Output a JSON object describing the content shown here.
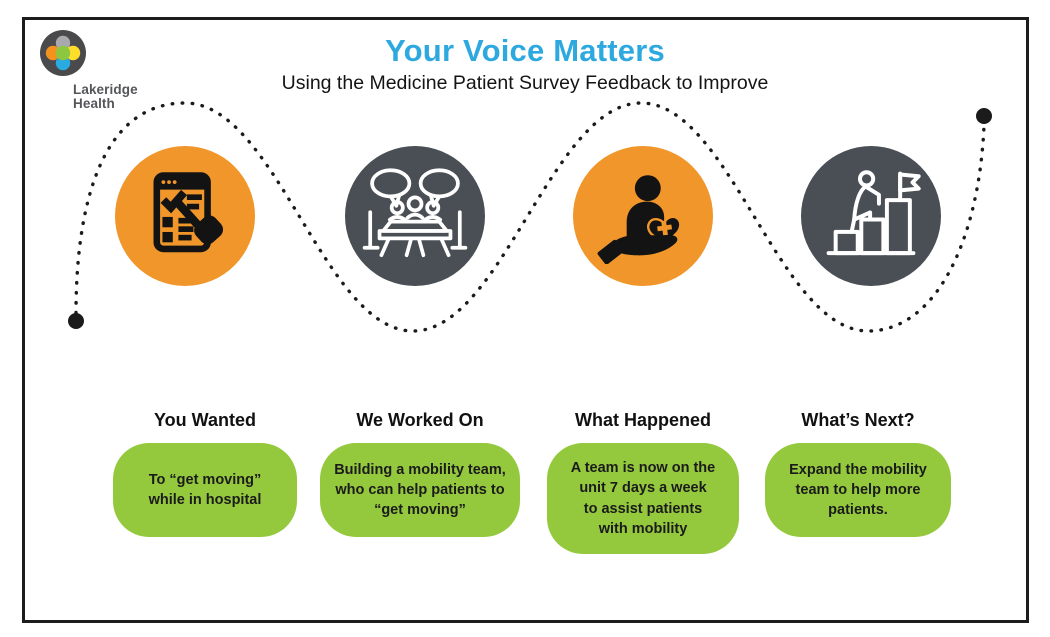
{
  "header": {
    "title": "Your Voice Matters",
    "title_color": "#2EA9E0",
    "subtitle": "Using the Medicine Patient Survey Feedback to Improve"
  },
  "logo": {
    "line1": "Lakeridge",
    "line2": "Health",
    "mark_colors": {
      "disc": "#4A4A4C",
      "top_dot": "#A7A9AC",
      "left_dot": "#F5921E",
      "right_dot": "#FFDE2B",
      "bottom_dot": "#29ABE2",
      "center_dot": "#8DC63F"
    }
  },
  "journey": {
    "path_color": "#1B1B1B",
    "card_color": "#95C93D",
    "circle_orange": "#F0962B",
    "circle_dark_gray": "#4A4F55",
    "steps": [
      {
        "icon": "survey-checklist-icon",
        "heading": "You Wanted",
        "card_text": "To “get moving”\nwhile in hospital"
      },
      {
        "icon": "team-meeting-icon",
        "heading": "We Worked On",
        "card_text": "Building a mobility team,\nwho can help patients to\n“get moving”"
      },
      {
        "icon": "patient-care-icon",
        "heading": "What Happened",
        "card_text": "A team is now on the\nunit 7 days a week\nto assist patients\nwith mobility"
      },
      {
        "icon": "goal-achievement-icon",
        "heading": "What’s Next?",
        "card_text": "Expand the mobility\nteam to help more\npatients."
      }
    ]
  }
}
